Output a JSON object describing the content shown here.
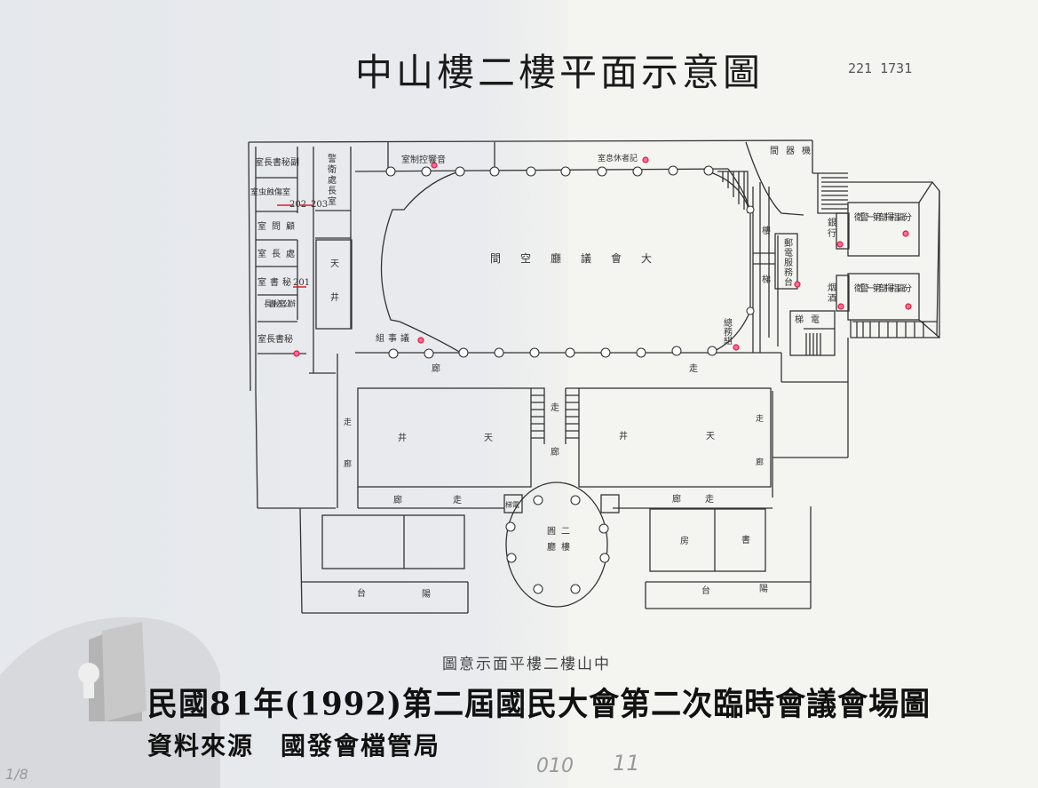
{
  "title": "中山樓二樓平面示意圖",
  "doc_number": "221 1731",
  "rooms": {
    "deputy_secgen": "室長書秘副",
    "vice_secgen_office": "室虫蝕傷室",
    "room_202": "202",
    "room_203": "203",
    "security_chief": "警衛處長室",
    "advisor": "室問顧",
    "director": "室長處",
    "secretary": "室書秘",
    "room_201": "201",
    "secgen_office": "長書秘室公辦",
    "secgen": "室長書秘",
    "skylight_left_a": "天",
    "skylight_left_b": "井",
    "sound_control": "室制控響音",
    "press_lounge": "室息休者記",
    "machine_room": "間器機",
    "hall_space": "間空廳議會大",
    "proceedings": "組事議",
    "general_affairs": "總務組",
    "stair_a": "樓",
    "stair_b": "梯",
    "post_telecom": "郵電服務台",
    "bank": "銀行",
    "tobacco": "烟酒",
    "elevator_stair": "梯電",
    "police_upper": "衛警一第部揮指區分",
    "police_lower": "衛警一第部揮指區分",
    "corridor_top_a": "廊",
    "corridor_top_b": "走",
    "corridor_mid_a": "走",
    "corridor_mid_b": "廊",
    "courtyard_left_a": "井",
    "courtyard_left_b": "天",
    "courtyard_right_a": "井",
    "courtyard_right_b": "天",
    "corridor_left_a": "走",
    "corridor_left_b": "廊",
    "corridor_right_a": "走",
    "corridor_right_b": "廊",
    "elevator": "梯電",
    "corridor_bottom_left_a": "廊",
    "corridor_bottom_left_b": "走",
    "corridor_bottom_right_a": "廊",
    "corridor_bottom_right_b": "走",
    "rotunda_a": "圓二",
    "rotunda_b": "廳樓",
    "study_a": "房",
    "study_b": "書",
    "terrace_left_a": "台",
    "terrace_left_b": "陽",
    "terrace_right_a": "台",
    "terrace_right_b": "陽"
  },
  "caption": "圖意示面平樓二樓山中",
  "main_caption": "民國81年(1992)第二屆國民大會第二次臨時會議會場圖",
  "source": "資料來源　國發會檔管局",
  "handwriting": {
    "left": "1/8",
    "mid": "010",
    "right": "11"
  },
  "colors": {
    "annotation_red": "#d22222",
    "logo_gray": "#b4b4b4"
  }
}
